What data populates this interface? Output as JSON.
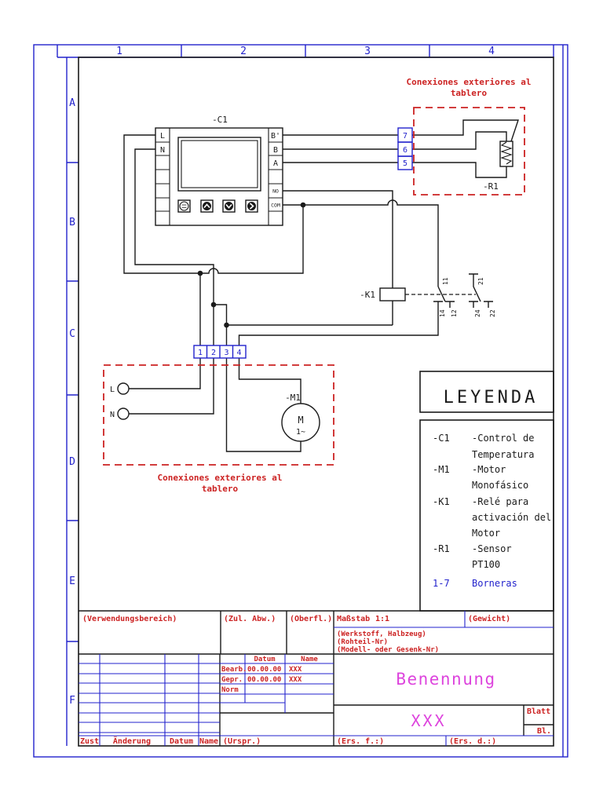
{
  "frame": {
    "columns": [
      "1",
      "2",
      "3",
      "4"
    ],
    "rows": [
      "A",
      "B",
      "C",
      "D",
      "E",
      "F"
    ]
  },
  "colors": {
    "accent_blue": "#2222cc",
    "accent_red": "#cc2222",
    "accent_magenta": "#dd44dd",
    "line_black": "#1a1a1a"
  },
  "sch": {
    "c1": {
      "ref": "-C1",
      "left": [
        "L",
        "N"
      ],
      "right": [
        "B'",
        "B",
        "A"
      ],
      "out": [
        "NO",
        "COM"
      ]
    },
    "top_box": {
      "line1": "Conexiones exteriores al",
      "line2": "tablero",
      "t": [
        "7",
        "6",
        "5"
      ]
    },
    "r1": {
      "ref": "-R1"
    },
    "k1": {
      "ref": "-K1",
      "c1": [
        "11",
        "14",
        "12"
      ],
      "c2": [
        "21",
        "24",
        "22"
      ]
    },
    "tb": [
      "1",
      "2",
      "3",
      "4"
    ],
    "bot_box": {
      "line1": "Conexiones exteriores al",
      "line2": "tablero",
      "l": "L",
      "n": "N"
    },
    "m1": {
      "ref": "-M1",
      "m": "M",
      "ph": "1~"
    }
  },
  "legend": {
    "title": "LEYENDA",
    "rows": [
      {
        "ref": "-C1",
        "desc": "-Control de"
      },
      {
        "ref": "",
        "desc": "Temperatura"
      },
      {
        "ref": "-M1",
        "desc": "-Motor"
      },
      {
        "ref": "",
        "desc": "Monofásico"
      },
      {
        "ref": "-K1",
        "desc": "-Relé para"
      },
      {
        "ref": "",
        "desc": "activación del"
      },
      {
        "ref": "",
        "desc": "Motor"
      },
      {
        "ref": "-R1",
        "desc": "-Sensor"
      },
      {
        "ref": "",
        "desc": "PT100"
      },
      {
        "ref": "1-7",
        "desc": "Borneras"
      }
    ]
  },
  "tb": {
    "verwendungsbereich": "(Verwendungsbereich)",
    "zul_abw": "(Zul. Abw.)",
    "oberfl": "(Oberfl.)",
    "massstab_label": "Maßstab",
    "massstab_value": "1:1",
    "gewicht": "(Gewicht)",
    "werkstoff": "(Werkstoff, Halbzeug)",
    "rohteil": "(Rohteil-Nr)",
    "modell": "(Modell- oder Gesenk-Nr)",
    "datum_header": "Datum",
    "name_header": "Name",
    "row_bearb": {
      "label": "Bearb.",
      "datum": "00.00.00",
      "name": "XXX"
    },
    "row_gepr": {
      "label": "Gepr.",
      "datum": "00.00.00",
      "name": "XXX"
    },
    "row_norm": {
      "label": "Norm",
      "datum": "",
      "name": ""
    },
    "benennung": "Benennung",
    "drawing_number": "XXX",
    "blatt": "Blatt",
    "bl": "Bl.",
    "zust": "Zust",
    "aenderung": "Änderung",
    "datum": "Datum",
    "name": "Name",
    "urspr": "(Urspr.)",
    "ers_f": "(Ers. f.:)",
    "ers_d": "(Ers. d.:)"
  }
}
